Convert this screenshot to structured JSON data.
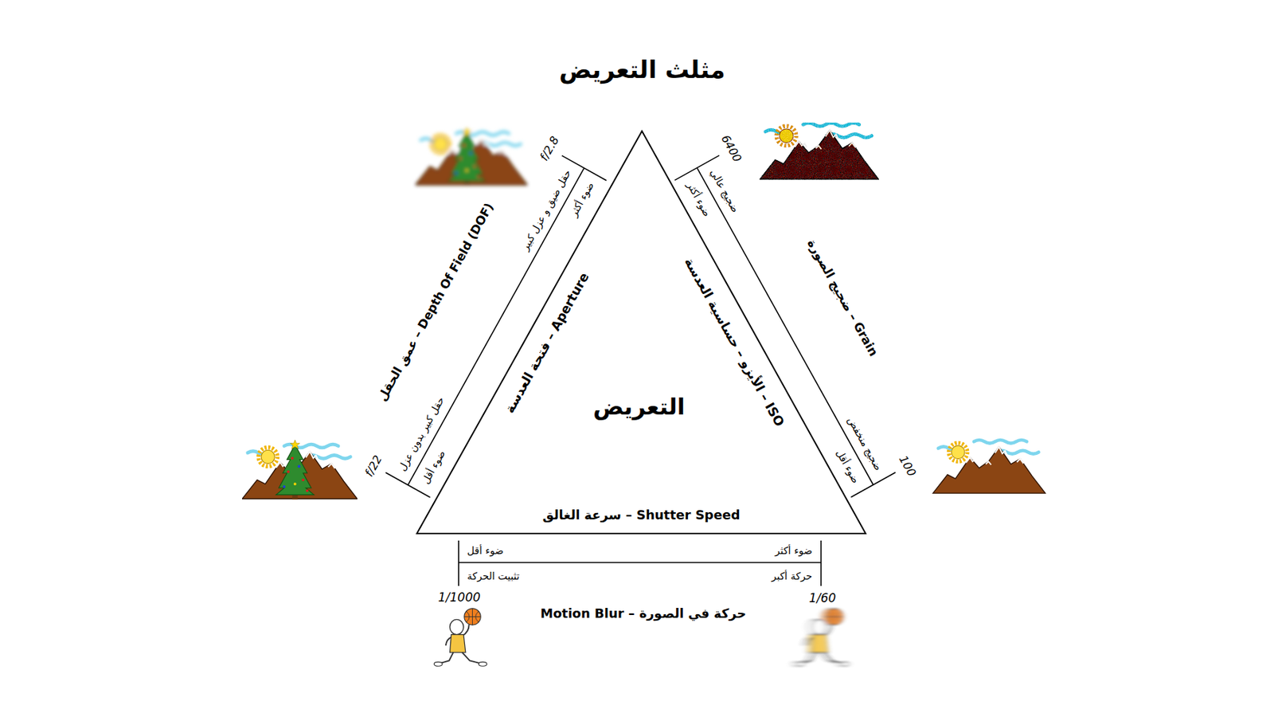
{
  "diagram": {
    "title": "مثلث التعريض",
    "nodes": [
      {
        "text": [
          "التعريض",
          "Aperture – فتحة العدسة",
          "ISO – الأيزو – حساسية العدسة",
          "Shutter Speed – سرعة الغالق"
        ]
      }
    ],
    "labels": [
      "عمق الحقل – Depth Of Field (DOF)",
      "f/2.8",
      "حقل ضيق و عزل كبير",
      "ضوء أكثر",
      "f/22",
      "حقل كبير بدون عزل",
      "ضوء أقل",
      "6400",
      "ضجيج عالي",
      "ضوء أكثر",
      "100",
      "ضجيج منخفض",
      "ضوء أقل",
      "Grain – ضجيج الصورة",
      "ضوء أقل",
      "تثبيت الحركة",
      "1/1000",
      "ضوء أكثر",
      "حركة أكبر",
      "1/60",
      "حركة في الصورة – Motion Blur"
    ]
  }
}
